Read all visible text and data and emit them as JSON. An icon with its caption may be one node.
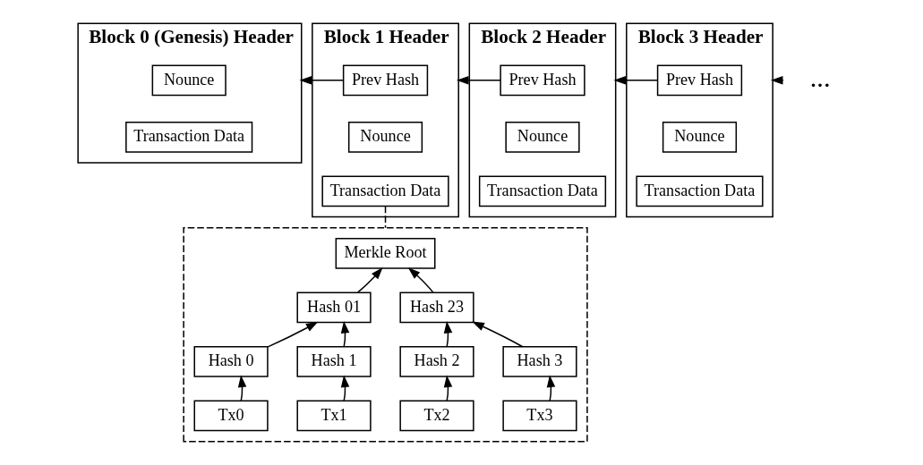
{
  "diagram": {
    "nodes": [
      {
        "text": [
          "Block 0 (Genesis) Header"
        ]
      },
      {
        "text": [
          "Nounce"
        ],
        "in": 0
      },
      {
        "text": [
          "Transaction Data"
        ],
        "in": 0
      },
      {
        "text": [
          "Block 1 Header"
        ]
      },
      {
        "text": [
          "Prev Hash"
        ],
        "in": 3
      },
      {
        "text": [
          "Nounce"
        ],
        "in": 3
      },
      {
        "text": [
          "Transaction Data"
        ],
        "in": 3
      },
      {
        "text": [
          "Block 2 Header"
        ]
      },
      {
        "text": [
          "Prev Hash"
        ],
        "in": 7
      },
      {
        "text": [
          "Nounce"
        ],
        "in": 7
      },
      {
        "text": [
          "Transaction Data"
        ],
        "in": 7
      },
      {
        "text": [
          "Block 3 Header"
        ]
      },
      {
        "text": [
          "Prev Hash"
        ],
        "in": 11
      },
      {
        "text": [
          "Nounce"
        ],
        "in": 11
      },
      {
        "text": [
          "Transaction Data"
        ],
        "in": 11
      },
      {
        "text": [
          "..."
        ]
      },
      {
        "text": [],
        "shape": "box"
      },
      {
        "text": [
          "Merkle Root"
        ],
        "in": 16
      },
      {
        "text": [
          "Hash 01"
        ],
        "in": 16
      },
      {
        "text": [
          "Hash 23"
        ],
        "in": 16
      },
      {
        "text": [
          "Hash 0"
        ],
        "in": 16
      },
      {
        "text": [
          "Hash 1"
        ],
        "in": 16
      },
      {
        "text": [
          "Hash 2"
        ],
        "in": 16
      },
      {
        "text": [
          "Hash 3"
        ],
        "in": 16
      },
      {
        "text": [
          "Tx0"
        ],
        "in": 16
      },
      {
        "text": [
          "Tx1"
        ],
        "in": 16
      },
      {
        "text": [
          "Tx2"
        ],
        "in": 16
      },
      {
        "text": [
          "Tx3"
        ],
        "in": 16
      }
    ],
    "edges": [
      {
        "from": 4,
        "to": 0,
        "arrow": "to"
      },
      {
        "from": 8,
        "to": 3,
        "arrow": "to"
      },
      {
        "from": 12,
        "to": 7,
        "arrow": "to"
      },
      {
        "from": 15,
        "to": 11,
        "arrow": "to"
      },
      {
        "from": 6,
        "to": 16,
        "arrow": "none",
        "style": "dashed"
      },
      {
        "from": 18,
        "to": 17,
        "arrow": "to"
      },
      {
        "from": 19,
        "to": 17,
        "arrow": "to"
      },
      {
        "from": 20,
        "to": 18,
        "arrow": "to"
      },
      {
        "from": 21,
        "to": 18,
        "arrow": "to"
      },
      {
        "from": 22,
        "to": 19,
        "arrow": "to"
      },
      {
        "from": 23,
        "to": 19,
        "arrow": "to"
      },
      {
        "from": 24,
        "to": 20,
        "arrow": "to"
      },
      {
        "from": 25,
        "to": 21,
        "arrow": "to"
      },
      {
        "from": 26,
        "to": 22,
        "arrow": "to"
      },
      {
        "from": 27,
        "to": 23,
        "arrow": "to"
      }
    ]
  }
}
